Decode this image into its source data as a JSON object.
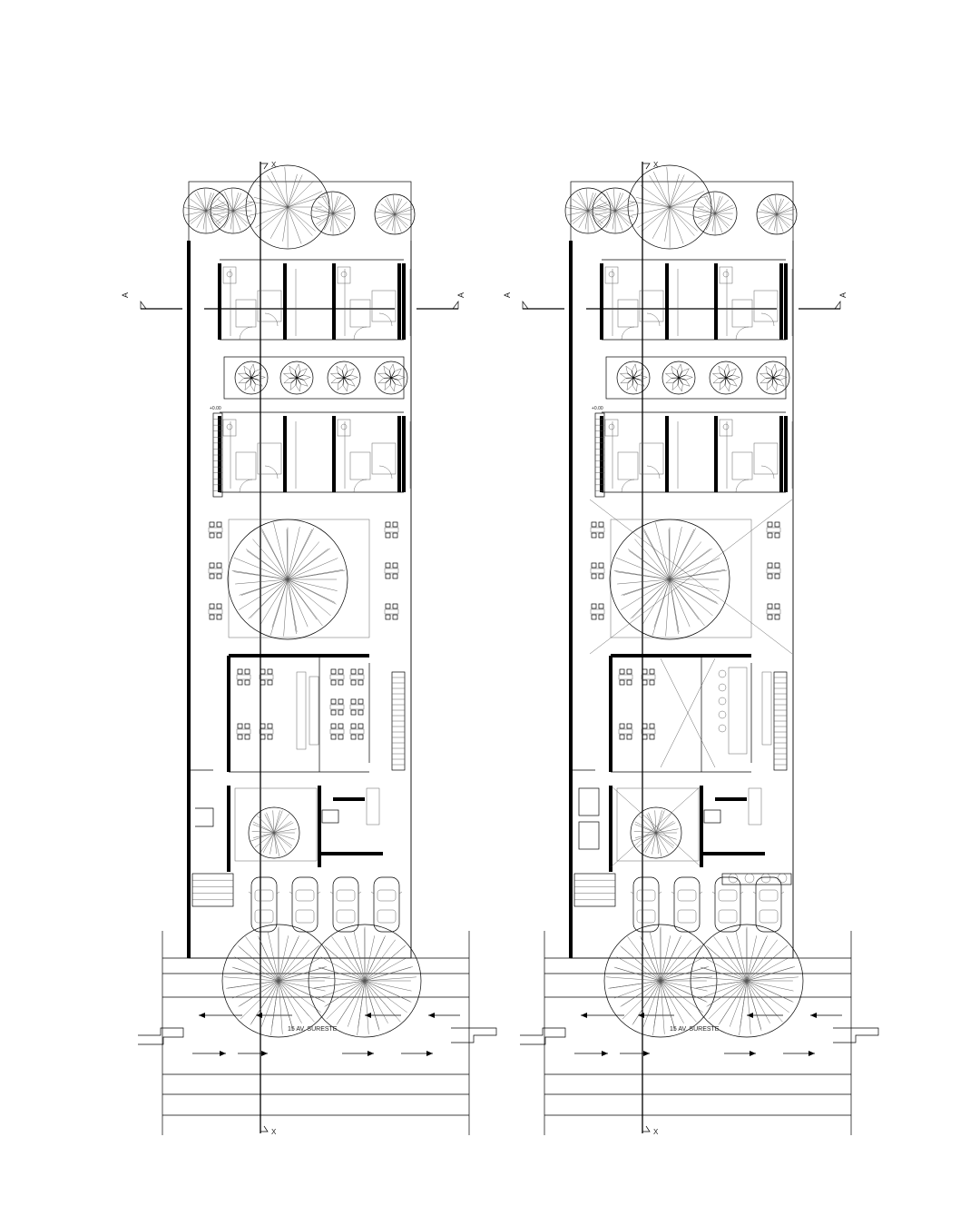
{
  "plans": [
    {
      "id": "left",
      "street_name": "15 AV. SURESTE",
      "section_mark": "A",
      "axis_mark": "X",
      "level_note": "+0.00",
      "variant": "dining"
    },
    {
      "id": "right",
      "street_name": "15 AV. SURESTE",
      "section_mark": "A",
      "axis_mark": "X",
      "level_note": "+0.00",
      "variant": "open"
    }
  ],
  "colors": {
    "ink": "#000000",
    "fill_light": "#f2f2f2",
    "background": "#ffffff"
  }
}
